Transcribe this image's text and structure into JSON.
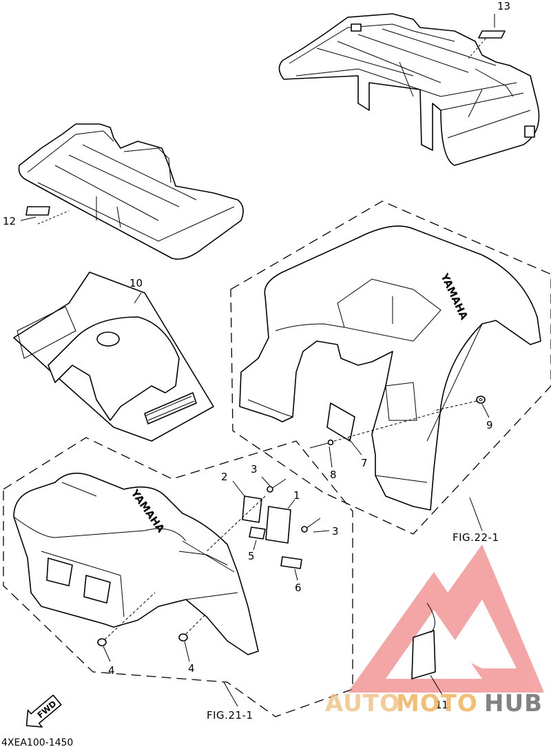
{
  "diagram": {
    "part_labels": {
      "p1": "1",
      "p2": "2",
      "p3a": "3",
      "p3b": "3",
      "p4a": "4",
      "p4b": "4",
      "p5": "5",
      "p6": "6",
      "p7": "7",
      "p8": "8",
      "p9": "9",
      "p10": "10",
      "p11": "11",
      "p12": "12",
      "p13": "13"
    },
    "figure_refs": {
      "rear": "FIG.22-1",
      "front": "FIG.21-1"
    },
    "brand_marks": {
      "rear_fender": "YAMAHA",
      "front_fender": "YAMAHA"
    },
    "direction_label": "FWD",
    "diagram_code": "4XEA100-1450"
  },
  "watermark": {
    "text_part1": "AUTO",
    "text_part2": "MOTO",
    "text_part3": "HUB",
    "colors": {
      "auto": "#f3c38a",
      "moto": "#f2b35e",
      "hub": "#6d6d6d",
      "logo": "#ee6a6a"
    }
  }
}
